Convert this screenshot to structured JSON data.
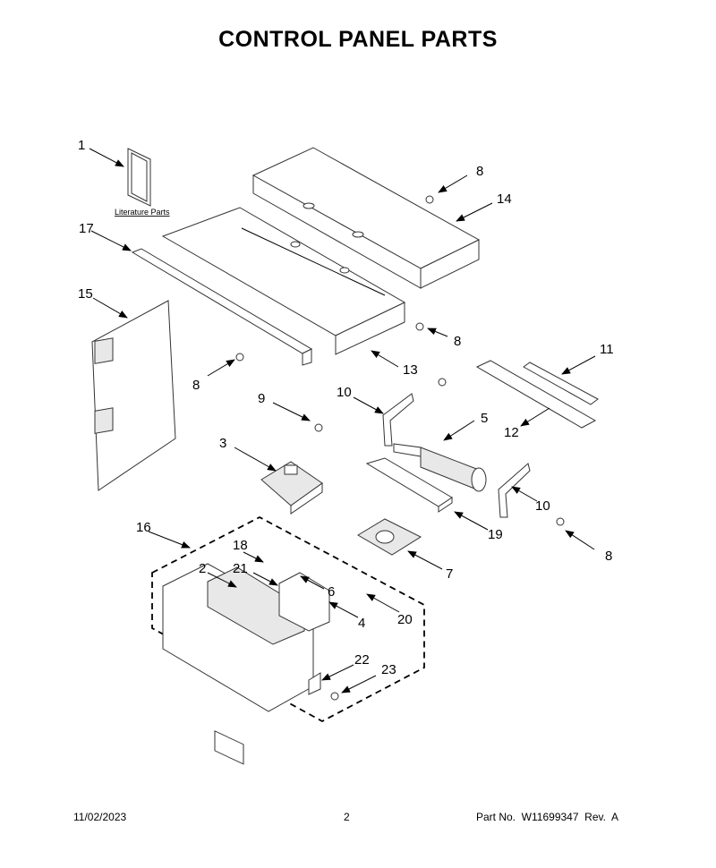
{
  "title": "CONTROL PANEL PARTS",
  "literature_label": "Literature Parts",
  "callouts": {
    "c1": "1",
    "c2": "2",
    "c3": "3",
    "c4": "4",
    "c5": "5",
    "c6": "6",
    "c7": "7",
    "c8a": "8",
    "c8b": "8",
    "c8c": "8",
    "c8d": "8",
    "c9": "9",
    "c10a": "10",
    "c10b": "10",
    "c11": "11",
    "c12": "12",
    "c13": "13",
    "c14": "14",
    "c15": "15",
    "c16": "16",
    "c17": "17",
    "c18": "18",
    "c19": "19",
    "c20": "20",
    "c21": "21",
    "c22": "22",
    "c23": "23"
  },
  "footer": {
    "date": "11/02/2023",
    "page": "2",
    "part": "Part No.  W11699347  Rev.  A"
  }
}
